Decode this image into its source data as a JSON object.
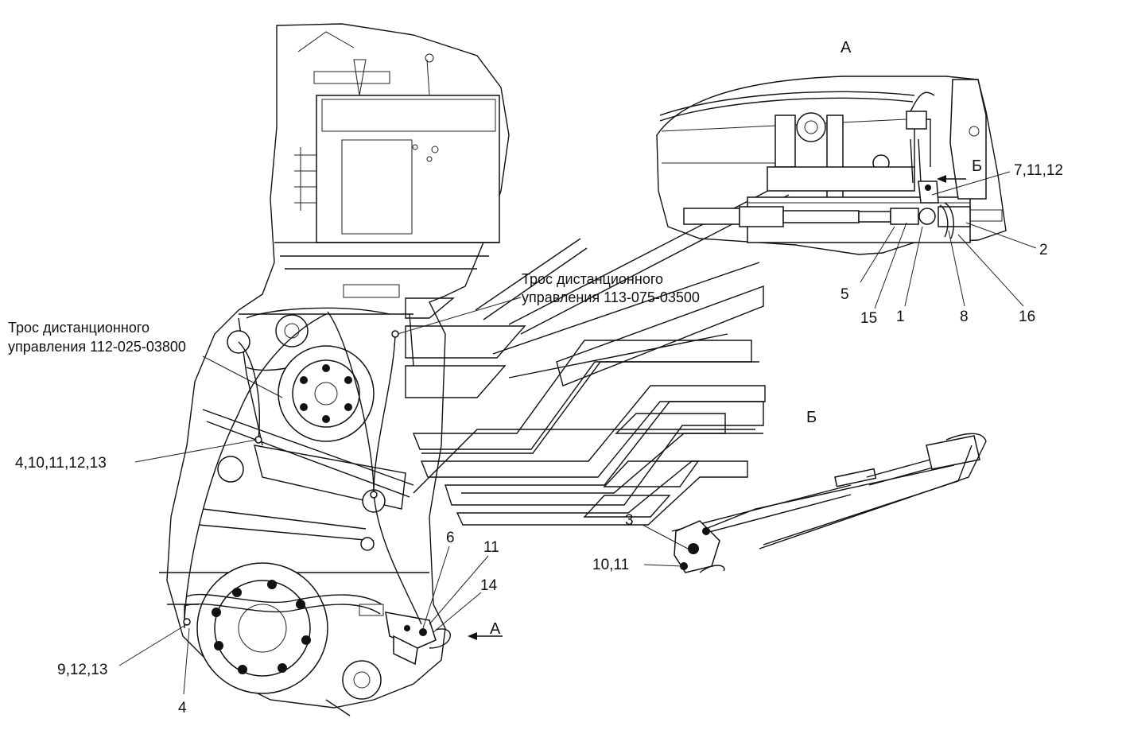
{
  "views": {
    "a_title": "А",
    "b_title": "Б",
    "arrow_a": "А",
    "arrow_b": "Б"
  },
  "cables": [
    {
      "line1": "Трос дистанционного",
      "line2": "управления 113-075-03500"
    },
    {
      "line1": "Трос дистанционного",
      "line2": "управления 112-025-03800"
    }
  ],
  "callouts": {
    "c_7_11_12": "7,11,12",
    "c_2": "2",
    "c_5": "5",
    "c_15": "15",
    "c_1": "1",
    "c_8": "8",
    "c_16": "16",
    "c_3": "3",
    "c_10_11": "10,11",
    "c_4_10_11_12_13": "4,10,11,12,13",
    "c_6": "6",
    "c_11": "11",
    "c_14": "14",
    "c_9_12_13": "9,12,13",
    "c_4": "4"
  }
}
